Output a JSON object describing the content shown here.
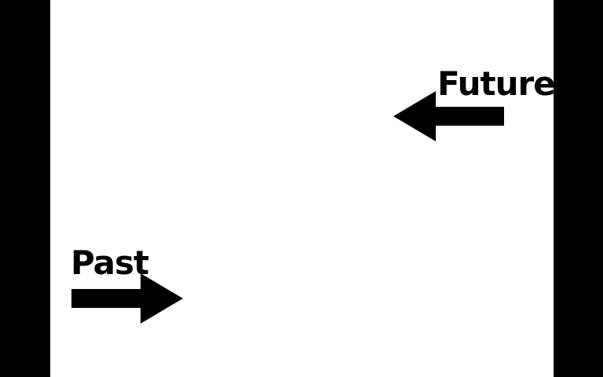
{
  "labels": {
    "future": "Future",
    "past": "Past"
  },
  "arrows": {
    "future": {
      "direction": "left",
      "icon": "arrow-left-icon"
    },
    "past": {
      "direction": "right",
      "icon": "arrow-right-icon"
    }
  },
  "colors": {
    "background": "#000000",
    "canvas": "#ffffff",
    "ink": "#000000"
  }
}
